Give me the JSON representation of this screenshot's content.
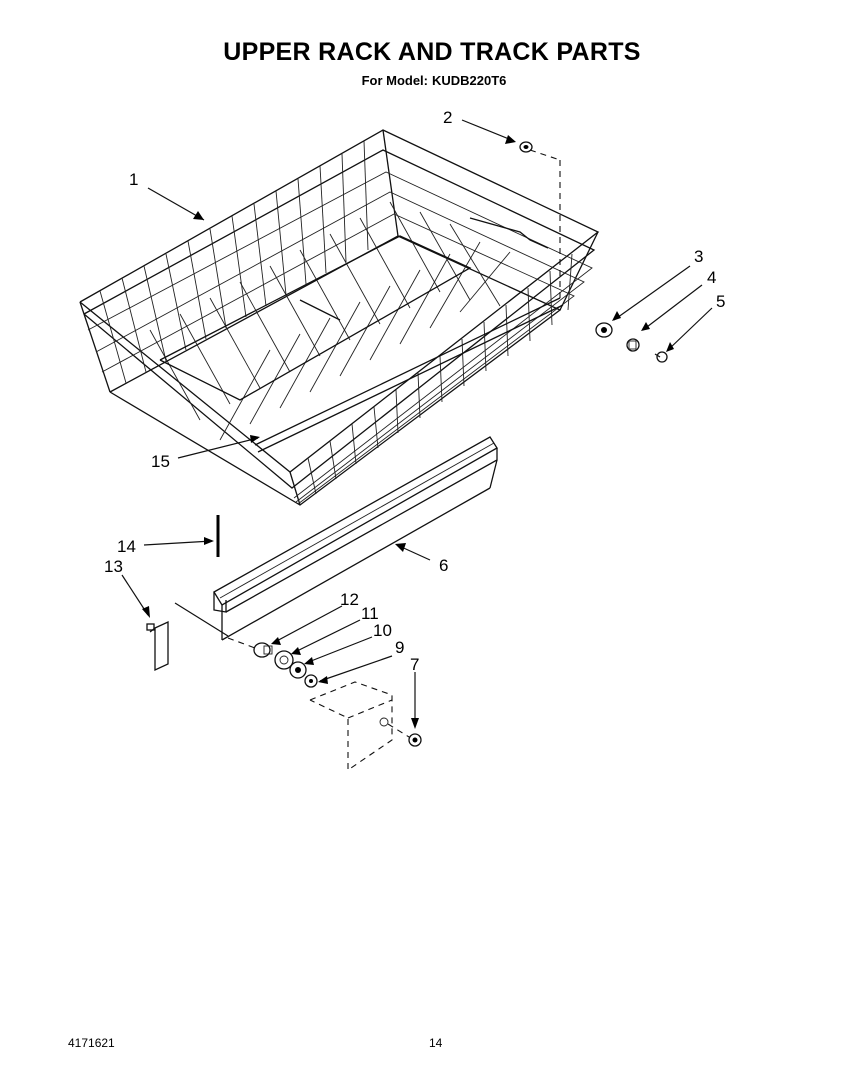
{
  "header": {
    "title": "UPPER RACK AND TRACK PARTS",
    "model_label": "For Model:",
    "model_number": "KUDB220T6"
  },
  "callouts": [
    {
      "id": "c1",
      "label": "1"
    },
    {
      "id": "c2",
      "label": "2"
    },
    {
      "id": "c3",
      "label": "3"
    },
    {
      "id": "c4",
      "label": "4"
    },
    {
      "id": "c5",
      "label": "5"
    },
    {
      "id": "c6",
      "label": "6"
    },
    {
      "id": "c7",
      "label": "7"
    },
    {
      "id": "c9",
      "label": "9"
    },
    {
      "id": "c10",
      "label": "10"
    },
    {
      "id": "c11",
      "label": "11"
    },
    {
      "id": "c12",
      "label": "12"
    },
    {
      "id": "c13",
      "label": "13"
    },
    {
      "id": "c14",
      "label": "14"
    },
    {
      "id": "c15",
      "label": "15"
    }
  ],
  "footer": {
    "doc_number": "4171621",
    "page_number": "14"
  }
}
